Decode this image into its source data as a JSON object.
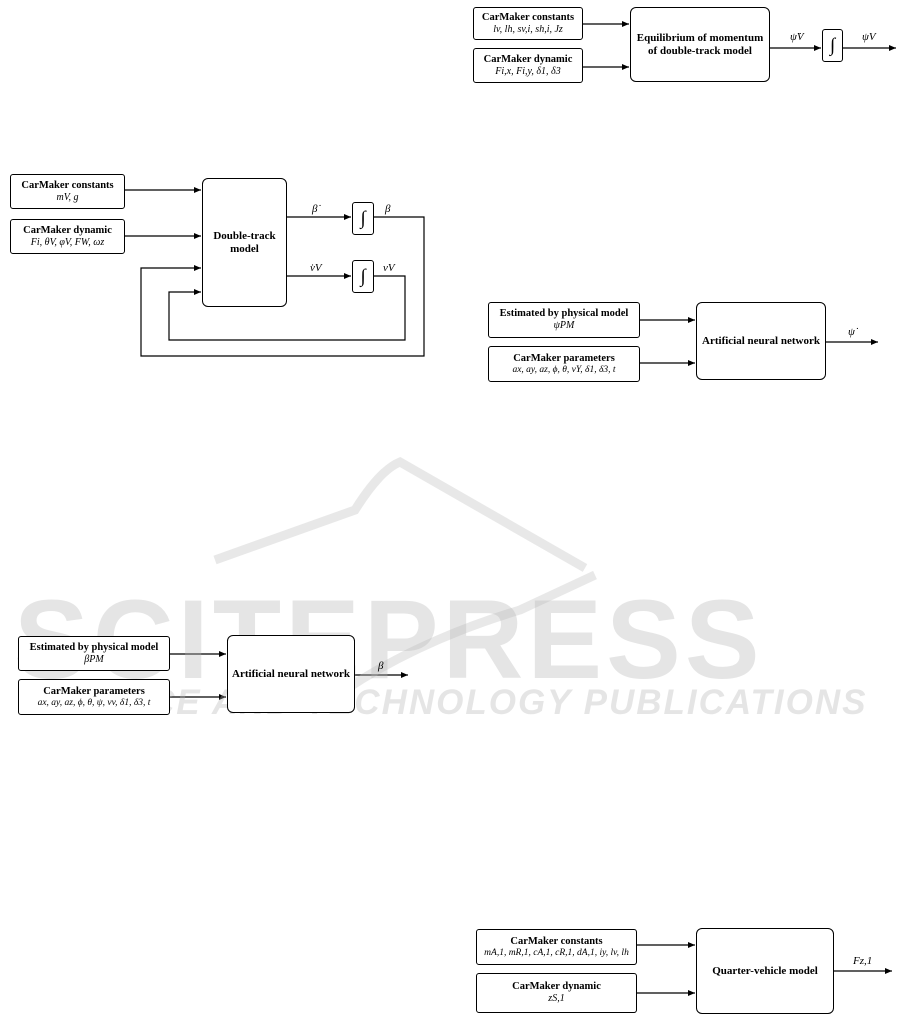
{
  "diagram1": {
    "const_box": {
      "title": "CarMaker constants",
      "vars": "mV, g"
    },
    "dyn_box": {
      "title": "CarMaker dynamic",
      "vars": "Fi, θV, φV, FW, ωz"
    },
    "model": "Double-track model",
    "int1_label_in": "β̇",
    "int1_label_out": "β",
    "int2_label_in": "v̇V",
    "int2_label_out": "vV"
  },
  "diagram2": {
    "est_box": {
      "title": "Estimated by physical model",
      "vars": "βPM"
    },
    "param_box": {
      "title": "CarMaker parameters",
      "vars": "ax, ay, az, ϕ, θ, ψ, vv, δ1, δ3, t"
    },
    "network": "Artificial neural network",
    "output": "β"
  },
  "diagram3": {
    "const_box": {
      "title": "CarMaker constants",
      "vars": "lv, lh, sv,i, sh,i, Jz"
    },
    "dyn_box": {
      "title": "CarMaker dynamic",
      "vars": "Fi,x, Fi,y, δ1, δ3"
    },
    "model": "Equilibrium of momentum of double-track model",
    "int_label_in": "ψ̈V",
    "int_label_out": "ψV"
  },
  "diagram4": {
    "est_box": {
      "title": "Estimated by physical model",
      "vars": "ψ̇PM"
    },
    "param_box": {
      "title": "CarMaker parameters",
      "vars": "ax, ay, az, ϕ, θ, vY, δ1, δ3, t"
    },
    "network": "Artificial neural network",
    "output": "ψ̇"
  },
  "diagram5": {
    "const_box": {
      "title": "CarMaker constants",
      "vars": "mA,1, mR,1, cA,1, cR,1, dA,1, iy, lv, lh"
    },
    "dyn_box": {
      "title": "CarMaker dynamic",
      "vars": "zS,1"
    },
    "model": "Quarter-vehicle model",
    "output": "Fz,1"
  },
  "watermark": {
    "logo": "SCITEPRESS",
    "tagline": "SCIENCE AND TECHNOLOGY PUBLICATIONS"
  },
  "integrator_symbol": "∫"
}
